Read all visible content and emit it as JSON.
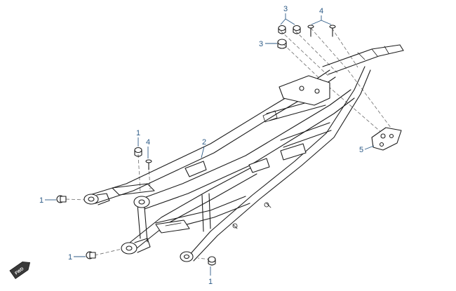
{
  "callouts": [
    {
      "id": "c3a",
      "label": "3"
    },
    {
      "id": "c4a",
      "label": "4"
    },
    {
      "id": "c3b",
      "label": "3"
    },
    {
      "id": "c1a",
      "label": "1"
    },
    {
      "id": "c4b",
      "label": "4"
    },
    {
      "id": "c2",
      "label": "2"
    },
    {
      "id": "c5",
      "label": "5"
    },
    {
      "id": "c1b",
      "label": "1"
    },
    {
      "id": "c1c",
      "label": "1"
    },
    {
      "id": "c1d",
      "label": "1"
    }
  ],
  "fwd_badge": "FWD",
  "colors": {
    "callout": "#2c5a86",
    "line": "#1c1c1c",
    "dash": "#6b6b6b"
  }
}
